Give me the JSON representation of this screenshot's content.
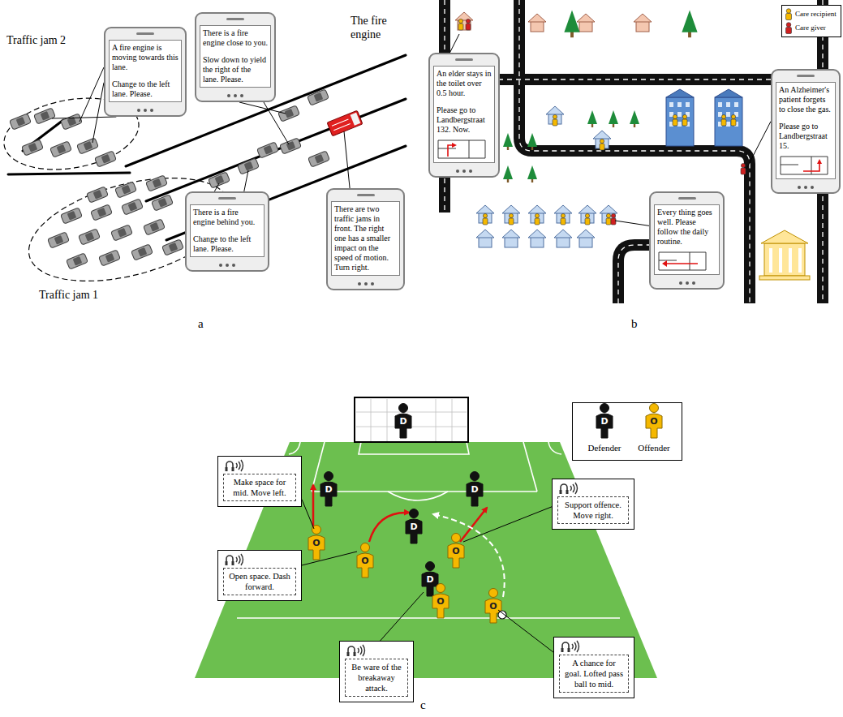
{
  "diagram": {
    "nodes": [
      {
        "text": [
          "A fire engine is moving towards this lane.",
          "Change to the left lane. Please."
        ]
      },
      {
        "text": [
          "There is a fire engine close to you.",
          "Slow down to yield the right of the lane. Please."
        ]
      },
      {
        "text": [
          "There is a fire engine behind you.",
          "Change to the left lane. Please."
        ]
      },
      {
        "text": [
          "There are two traffic jams in front. The right one has a smaller impact on the speed of motion. Turn right."
        ]
      },
      {
        "text": [
          "An elder stays in the toilet over 0.5 hour.",
          "Please go to Landbergstraat 132. Now."
        ]
      },
      {
        "text": [
          "An Alzheimer's patient forgets to close the gas.",
          "Please go to Landbergstraat 15."
        ]
      },
      {
        "text": [
          "Every thing goes well. Please follow the daily routine."
        ]
      },
      {
        "text": [
          "Make space for mid. Move left."
        ]
      },
      {
        "text": [
          "Open space. Dash forward."
        ]
      },
      {
        "text": [
          "Be ware of the breakaway attack."
        ]
      },
      {
        "text": [
          "Support offence. Move right."
        ]
      },
      {
        "text": [
          "A chance for goal. Lofted pass ball to mid."
        ]
      }
    ],
    "labels": [
      "Traffic jam 2",
      "Traffic jam 1",
      "The fire engine",
      "a",
      "b",
      "c",
      "D",
      "D",
      "D",
      "D",
      "D",
      "O",
      "O",
      "O",
      "O",
      "O",
      "D",
      "O"
    ],
    "legend": [
      {
        "text": "Care recipient"
      },
      {
        "text": "Care giver"
      },
      {
        "text": "Defender"
      },
      {
        "text": "Offender"
      }
    ]
  }
}
